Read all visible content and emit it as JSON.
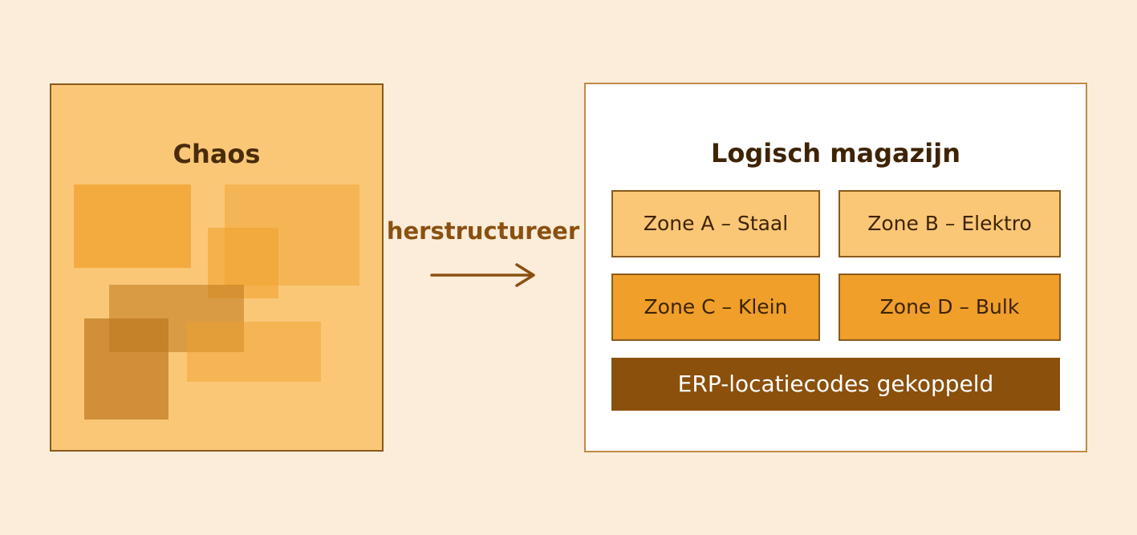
{
  "chaos": {
    "title": "Chaos"
  },
  "transition": {
    "label": "herstructureer",
    "arrow_icon": "arrow-right-icon"
  },
  "logical": {
    "title": "Logisch magazijn",
    "zones": [
      "Zone A – Staal",
      "Zone B – Elektro",
      "Zone C – Klein",
      "Zone D – Bulk"
    ],
    "erp_label": "ERP-locatiecodes gekoppeld"
  },
  "colors": {
    "background": "#FBEDDA",
    "panel_orange": "#FAC777",
    "zone_dark": "#EF9F2A",
    "erp_brown": "#8A500C",
    "text_dark": "#3E2406",
    "arrow_brown": "#8B5010"
  }
}
